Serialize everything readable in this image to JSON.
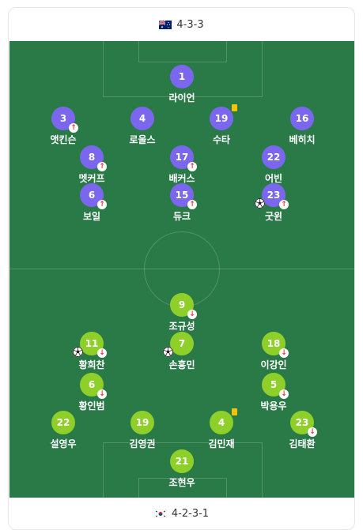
{
  "home": {
    "formation": "4-3-3",
    "flag": "australia"
  },
  "away": {
    "formation": "4-2-3-1",
    "flag": "south-korea"
  },
  "colors": {
    "pitch": "#2a7a48",
    "home_player": "#7b66ee",
    "away_player": "#8fcf2a",
    "yellow_card": "#f5c400",
    "sub_arrow": "#e03b3b"
  },
  "aus_players": [
    {
      "number": "1",
      "name": "라이언"
    },
    {
      "number": "3",
      "name": "앳킨슨"
    },
    {
      "number": "4",
      "name": "로울스"
    },
    {
      "number": "19",
      "name": "수타"
    },
    {
      "number": "16",
      "name": "베히치"
    },
    {
      "number": "8",
      "name": "멧커프"
    },
    {
      "number": "17",
      "name": "배커스"
    },
    {
      "number": "22",
      "name": "어빈"
    },
    {
      "number": "6",
      "name": "보일"
    },
    {
      "number": "15",
      "name": "듀크"
    },
    {
      "number": "23",
      "name": "굿윈"
    }
  ],
  "kor_players": [
    {
      "number": "9",
      "name": "조규성"
    },
    {
      "number": "11",
      "name": "황희찬"
    },
    {
      "number": "7",
      "name": "손흥민"
    },
    {
      "number": "18",
      "name": "이강인"
    },
    {
      "number": "6",
      "name": "황인범"
    },
    {
      "number": "5",
      "name": "박용우"
    },
    {
      "number": "22",
      "name": "설영우"
    },
    {
      "number": "19",
      "name": "김영권"
    },
    {
      "number": "4",
      "name": "김민재"
    },
    {
      "number": "23",
      "name": "김태환"
    },
    {
      "number": "21",
      "name": "조현우"
    }
  ]
}
